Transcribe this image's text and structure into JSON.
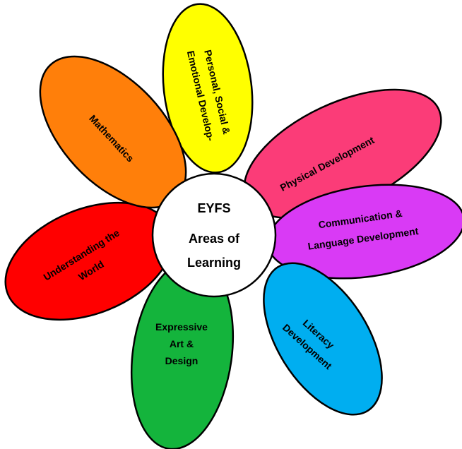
{
  "center": {
    "lines": [
      "EYFS",
      "Areas of",
      "Learning"
    ],
    "color": "#ffffff"
  },
  "petals": [
    {
      "id": "psed",
      "lines": [
        "Personal, Social &",
        "Emotional Develop-"
      ],
      "color": "#ffff00"
    },
    {
      "id": "physical",
      "lines": [
        "Physical Development"
      ],
      "color": "#fb3c78"
    },
    {
      "id": "communication",
      "lines": [
        "Communication &",
        "Language Development"
      ],
      "color": "#d93af5"
    },
    {
      "id": "literacy",
      "lines": [
        "Literacy",
        "Development"
      ],
      "color": "#00aef0"
    },
    {
      "id": "expressive",
      "lines": [
        "Expressive",
        "Art &",
        "Design"
      ],
      "color": "#14b43c"
    },
    {
      "id": "understanding",
      "lines": [
        "Understanding the",
        "World"
      ],
      "color": "#ff0000"
    },
    {
      "id": "mathematics",
      "lines": [
        "Mathematics"
      ],
      "color": "#ff7f0a"
    }
  ]
}
